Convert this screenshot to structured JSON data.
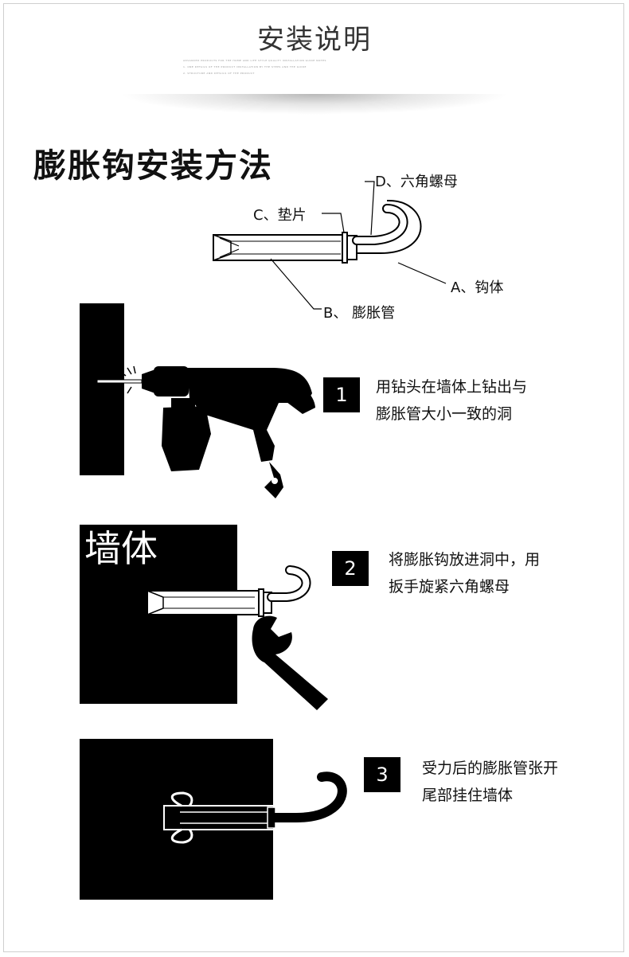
{
  "header": {
    "title": "安装说明",
    "fine_print": [
      "ADVANCED PRODUCTS FOR THE HOME AND LIFE STYLE QUALITY INSTALLATION GUIDE NOTES",
      "1. ONE DETAILS OF THE PRODUCT INSTALLATION BY THE STEPS AND THE GUIDE",
      "2. STRUCTURE AND DETAILS OF THE PRODUCT"
    ]
  },
  "main": {
    "title": "膨胀钩安装方法",
    "parts": {
      "d": "D、六角螺母",
      "c": "C、垫片",
      "a": "A、钩体",
      "b": "B、 膨胀管"
    },
    "wall_label": "墙体",
    "steps": [
      {
        "number": "1",
        "text": "用钻头在墙体上钻出与\n膨胀管大小一致的洞"
      },
      {
        "number": "2",
        "text": "将膨胀钩放进洞中，用\n扳手旋紧六角螺母"
      },
      {
        "number": "3",
        "text": "受力后的膨胀管张开\n尾部挂住墙体"
      }
    ]
  },
  "colors": {
    "ink": "#000000",
    "background": "#ffffff",
    "frame": "#cfcfcf"
  },
  "icons": [
    "hook-diagram-icon",
    "drill-icon",
    "wrench-icon",
    "expanded-anchor-icon"
  ]
}
